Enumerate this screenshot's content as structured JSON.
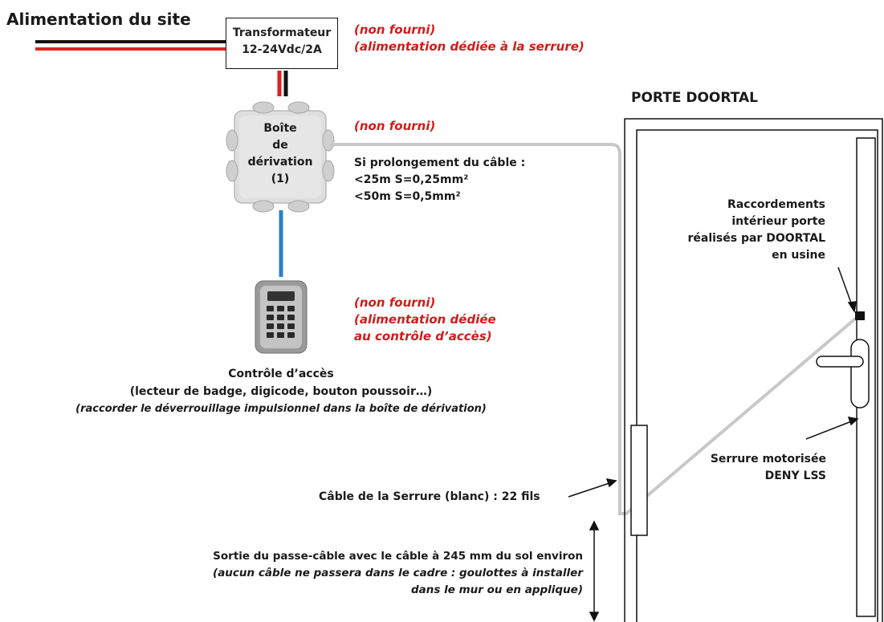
{
  "site_supply": "Alimentation du site",
  "transformer": {
    "line1": "Transformateur",
    "line2": "12-24Vdc/2A"
  },
  "transformer_note": {
    "line1": "(non fourni)",
    "line2": "(alimentation dédiée à la serrure)"
  },
  "junction_box": {
    "line1": "Boîte",
    "line2": "de",
    "line3": "dérivation",
    "line4": "(1)"
  },
  "junction_note": "(non fourni)",
  "cable_extension": {
    "line1": "Si prolongement du câble :",
    "line2": "<25m S=0,25mm²",
    "line3": "<50m S=0,5mm²"
  },
  "keypad_note": {
    "line1": "(non fourni)",
    "line2": "(alimentation dédiée",
    "line3": "au contrôle d’accès)"
  },
  "access_control": {
    "line1": "Contrôle d’accès",
    "line2": "(lecteur de badge, digicode, bouton poussoir…)",
    "line3": "(raccorder le déverrouillage impulsionnel dans la boîte de dérivation)"
  },
  "door_title": "PORTE DOORTAL",
  "connections": {
    "line1": "Raccordements",
    "line2": "intérieur porte",
    "line3": "réalisés par DOORTAL",
    "line4": "en usine"
  },
  "lock": {
    "line1": "Serrure motorisée",
    "line2": "DENY LSS"
  },
  "lock_cable": "Câble de la Serrure (blanc) : 22 fils",
  "exit": {
    "line1": "Sortie du passe-câble avec le câble à 245 mm du sol environ",
    "line2": "(aucun câble ne passera dans le cadre : goulottes à installer",
    "line3": "dans le mur ou en applique)"
  },
  "colors": {
    "red_wire": "#e02020",
    "black_wire": "#111111",
    "blue_wire": "#2f7ec1",
    "grey_cable": "#c8c8c8",
    "note_red": "#d01c1c"
  },
  "icons": [
    "junction-box-icon",
    "keypad-icon",
    "door-handle-icon",
    "lock-connector-icon"
  ]
}
